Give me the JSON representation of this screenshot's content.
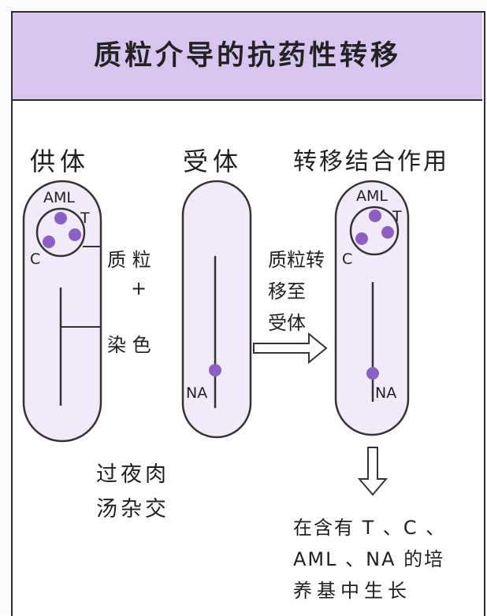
{
  "title": "质粒介导的抗药性转移",
  "donor": {
    "header": "供体",
    "plasmid_genes": {
      "top": "AML",
      "right": "T",
      "left": "C"
    }
  },
  "recipient": {
    "header": "受体",
    "chromosome_gene": "NA"
  },
  "conjugate": {
    "header": "转移结合作用",
    "plasmid_genes": {
      "top": "AML",
      "right": "T",
      "left": "C"
    },
    "chromosome_gene": "NA"
  },
  "donor_labels": {
    "plasmid": "质 粒",
    "plus": "+",
    "chromosome": "染 色"
  },
  "transfer_label": [
    "质粒转",
    "移至",
    "受体"
  ],
  "culture_label": [
    "过夜肉",
    "汤杂交"
  ],
  "result_label": [
    "在含有 T 、C 、",
    "AML 、NA 的培",
    "养基中生长"
  ],
  "colors": {
    "title_bg": "#d7c5ef",
    "cell_fill": "#f1eaf9",
    "gene_dot": "#8b5fc4",
    "outline": "#333333"
  }
}
